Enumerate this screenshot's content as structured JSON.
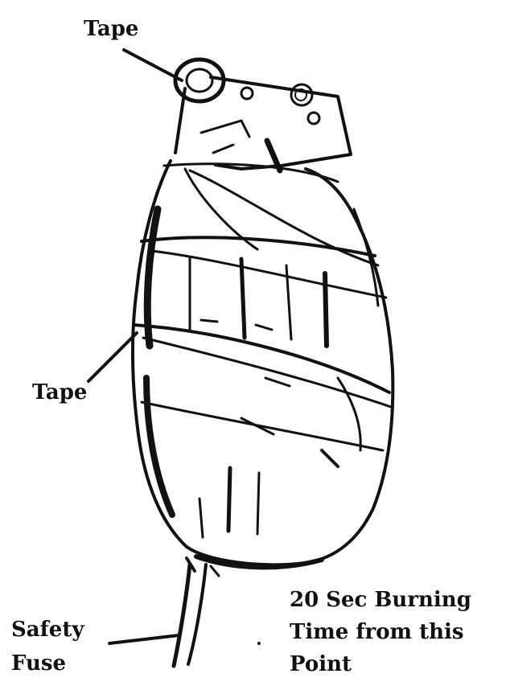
{
  "labels": {
    "tape_top": "Tape",
    "tape_mid": "Tape",
    "safety_fuse": [
      "Safety",
      "Fuse"
    ],
    "burning_time": [
      "20 Sec Burning",
      "Time from this",
      "Point"
    ]
  },
  "colors": {
    "ink": "#111111",
    "background": "#ffffff"
  }
}
